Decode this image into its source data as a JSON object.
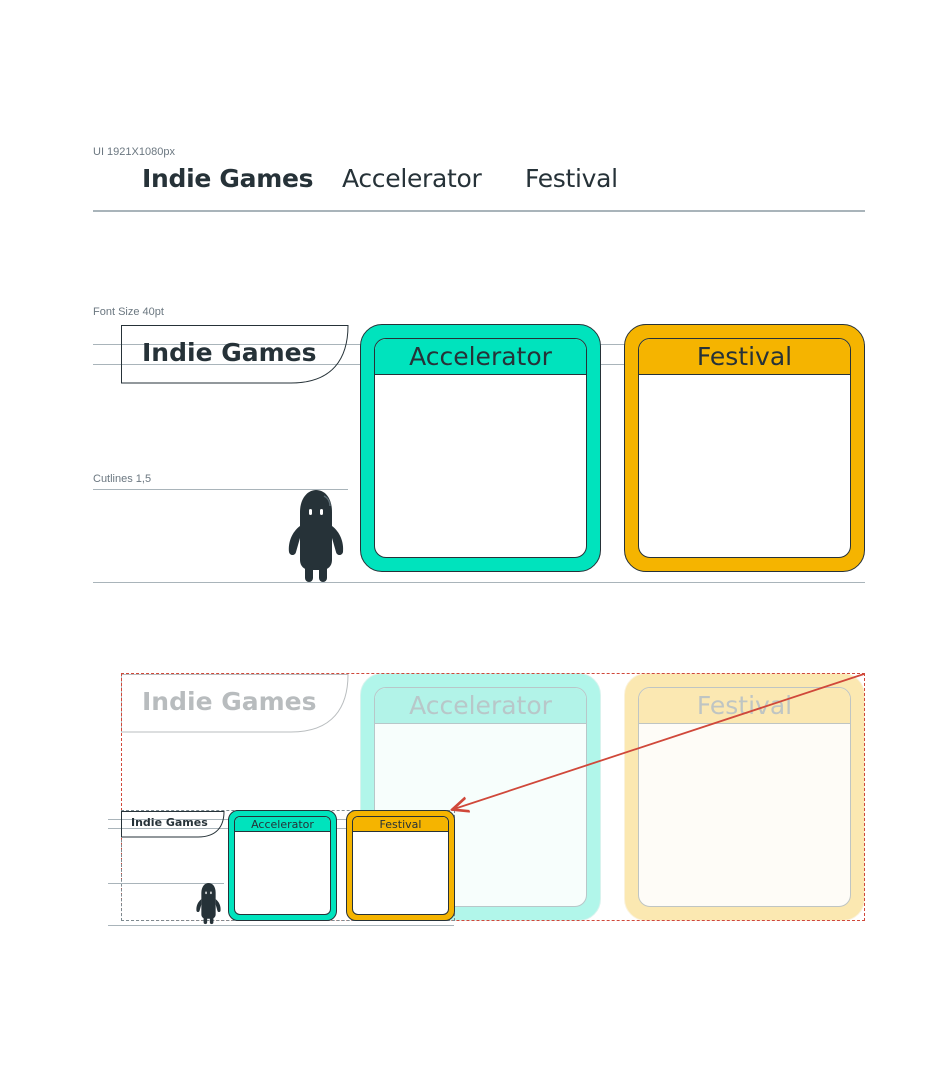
{
  "header": {
    "ui_caption": "UI 1921X1080px",
    "nav": [
      "Indie Games",
      "Accelerator",
      "Festival"
    ]
  },
  "specs": {
    "font_caption": "Font Size 40pt",
    "cutline_caption": "Cutlines 1,5"
  },
  "tabs": {
    "indie": "Indie Games",
    "accelerator": "Accelerator",
    "festival": "Festival"
  },
  "colors": {
    "accelerator": "#00e3bd",
    "festival": "#f5b400",
    "outline": "#263238",
    "guide": "#a9b4ba",
    "arrow": "#d0483a"
  },
  "icons": {
    "mascot": "android-mascot-icon",
    "arrow": "scale-arrow-icon"
  }
}
